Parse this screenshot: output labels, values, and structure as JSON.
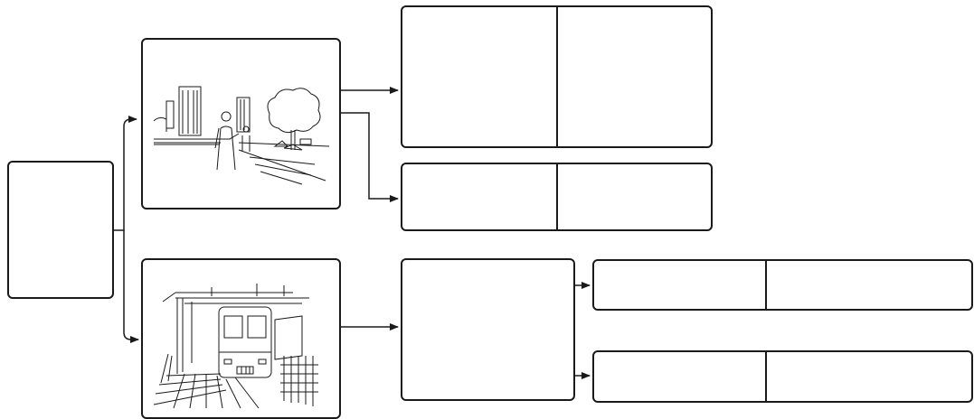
{
  "diagram": {
    "colors": {
      "stroke": "#1a1a1a",
      "background": "#ffffff"
    },
    "nodes": [
      {
        "id": "root",
        "kind": "blank-box"
      },
      {
        "id": "outdoor-scene",
        "kind": "illustration-box",
        "illustration": "street-scene-illustration"
      },
      {
        "id": "underground-scene",
        "kind": "illustration-box",
        "illustration": "subway-platform-illustration"
      },
      {
        "id": "outdoor-result-a",
        "kind": "split-box",
        "cells": 2
      },
      {
        "id": "outdoor-result-b",
        "kind": "split-box",
        "cells": 2
      },
      {
        "id": "underground-intermediate",
        "kind": "blank-box"
      },
      {
        "id": "underground-result-a",
        "kind": "split-box",
        "cells": 2
      },
      {
        "id": "underground-result-b",
        "kind": "split-box",
        "cells": 2
      }
    ],
    "edges": [
      {
        "from": "root",
        "to": "outdoor-scene"
      },
      {
        "from": "root",
        "to": "underground-scene"
      },
      {
        "from": "outdoor-scene",
        "to": "outdoor-result-a"
      },
      {
        "from": "outdoor-scene",
        "to": "outdoor-result-b"
      },
      {
        "from": "underground-scene",
        "to": "underground-intermediate"
      },
      {
        "from": "underground-intermediate",
        "to": "underground-result-a"
      },
      {
        "from": "underground-intermediate",
        "to": "underground-result-b"
      }
    ]
  }
}
